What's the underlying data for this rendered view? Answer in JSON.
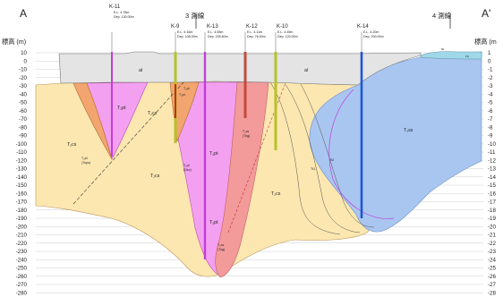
{
  "section": {
    "left_end": "A",
    "right_end": "A'",
    "line3_label": "3 測線",
    "line4_label": "4 測線"
  },
  "axis": {
    "left_title": "標高 (m)",
    "right_title": "標高 (m",
    "ticks": [
      "10",
      "0",
      "-10",
      "-20",
      "-30",
      "-40",
      "-50",
      "-60",
      "-70",
      "-80",
      "-90",
      "-100",
      "-110",
      "-120",
      "-130",
      "-140",
      "-150",
      "-160",
      "-170",
      "-180",
      "-190",
      "-200",
      "-210",
      "-220",
      "-230",
      "-240",
      "-250",
      "-260",
      "-270",
      "-280"
    ],
    "right_ticks": [
      "1",
      "0",
      "-1",
      "-2",
      "-3",
      "-4",
      "-5",
      "-6",
      "-7",
      "-8",
      "-9",
      "-10",
      "-11",
      "-12",
      "-13",
      "-14",
      "-15",
      "-16",
      "-17",
      "-18",
      "-19",
      "-20",
      "-21",
      "-22",
      "-23",
      "-24",
      "-25",
      "-26",
      "-27",
      "-28"
    ]
  },
  "boreholes": [
    {
      "name": "K-11",
      "el": "E.L. 4.78m",
      "dep": "Dep. 130.00m"
    },
    {
      "name": "K-9",
      "el": "E.L. 4.16m",
      "dep": "Dep. 108.00m"
    },
    {
      "name": "K-13",
      "el": "E.L. 4.59m",
      "dep": "Dep. 235.60m"
    },
    {
      "name": "K-12",
      "el": "E.L. 4.11m",
      "dep": "Dep. 76.00m"
    },
    {
      "name": "K-10",
      "el": "E.L. 4.39m",
      "dep": "Dep. 120.00m"
    },
    {
      "name": "K-14",
      "el": "E.L. 4.20m",
      "dep": "Dep. 200.00m"
    }
  ],
  "units": {
    "al_1": "al",
    "al_2": "al",
    "ia": "ia",
    "ls": "Ls",
    "t2pt_left": "T₂pt",
    "t2cs_1": "T₂cs",
    "t2cs_2": "T₂cs",
    "t2pt_tops": "T₂pt",
    "tops": "(Tops)",
    "t2pt_k9": "T₂pt",
    "t2pt_k9b": "T₂pt",
    "t2pt_mid": "T₂pt",
    "t2pt_dev": "T₂pt",
    "dev": "(Dev)",
    "t2cs_mid": "T₂cs",
    "t2pt_lower": "T₂pt",
    "t2cs_tog1": "T₂cs",
    "tog1": "(Tog)",
    "t2cs_tog2": "T₂cs",
    "tog2": "(Tog)",
    "t2cs_right": "T₂cs",
    "t2ss": "T₂ss",
    "tt1": "Tt1",
    "tt2": "Tt2"
  },
  "colors": {
    "fill_al": "#e4e4e4",
    "fill_t2cs": "#fce7b0",
    "fill_t2pt_pink": "#f3a0f0",
    "fill_orange": "#f2a56e",
    "fill_salmon": "#f39a9a",
    "fill_blue": "#a9c6f1",
    "borehole_purple": "#c13fd8",
    "borehole_blue": "#1d55d8",
    "borehole_olive": "#b6c22a"
  }
}
